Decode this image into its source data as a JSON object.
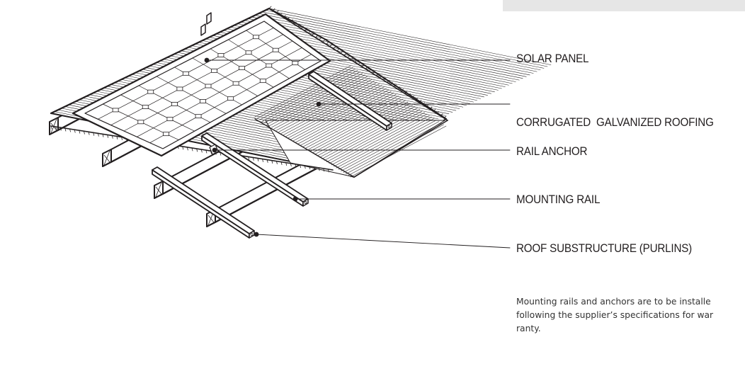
{
  "header_bar": {
    "color": "#e6e6e6"
  },
  "diagram": {
    "title": "Solar panel mounting on corrugated roof (isometric)",
    "line_color": "#231f20",
    "panel_grid": {
      "rows": 6,
      "cols": 10
    }
  },
  "callouts": [
    {
      "id": "solar-panel",
      "label": "SOLAR PANEL"
    },
    {
      "id": "roofing",
      "label": "CORRUGATED  GALVANIZED ROOFING"
    },
    {
      "id": "rail-anchor",
      "label": "RAIL ANCHOR"
    },
    {
      "id": "mounting-rail",
      "label": "MOUNTING RAIL"
    },
    {
      "id": "purlins",
      "label": "ROOF SUBSTRUCTURE (PURLINS)"
    }
  ],
  "note": {
    "text": "Mounting rails and anchors are to be installe\nfollowing the supplier’s specifications for war\nranty."
  }
}
